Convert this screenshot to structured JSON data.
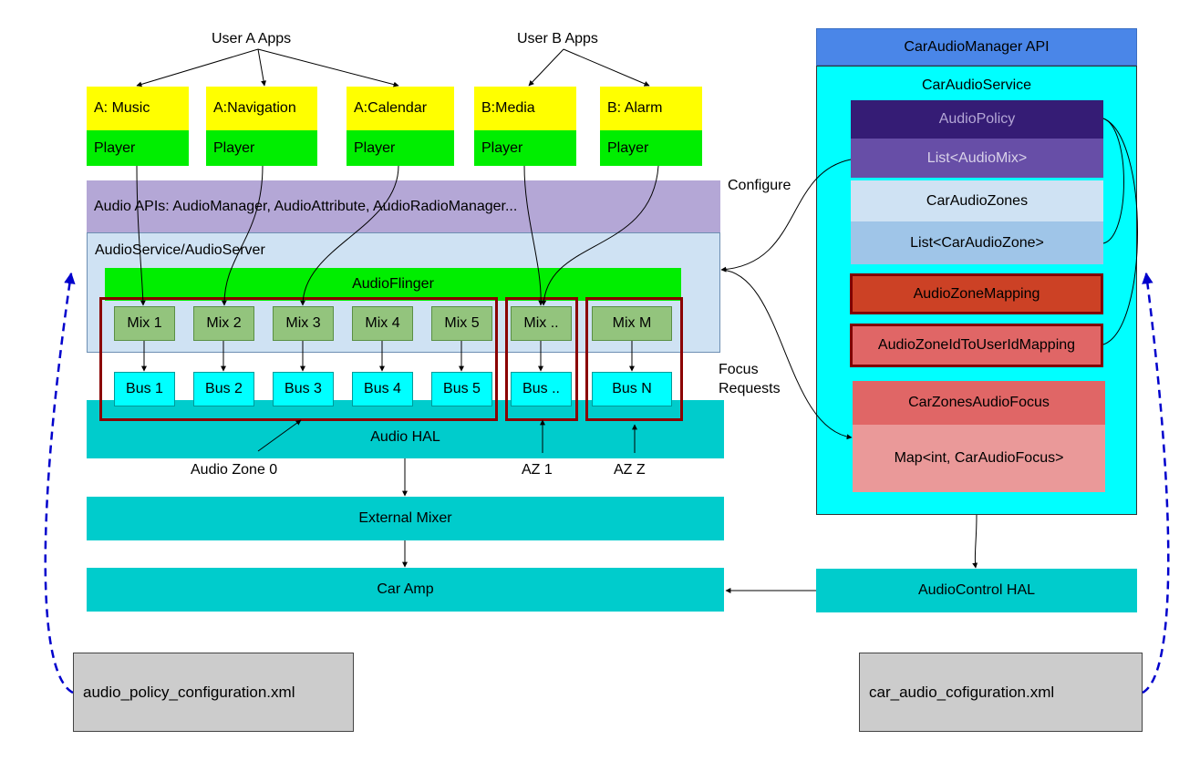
{
  "user_a": {
    "title": "User A Apps",
    "apps": [
      {
        "name": "A: Music",
        "player": "Player"
      },
      {
        "name": "A:Navigation",
        "player": "Player"
      },
      {
        "name": "A:Calendar",
        "player": "Player"
      }
    ]
  },
  "user_b": {
    "title": "User B Apps",
    "apps": [
      {
        "name": "B:Media",
        "player": "Player"
      },
      {
        "name": "B: Alarm",
        "player": "Player"
      }
    ]
  },
  "audio_apis": "Audio APIs: AudioManager, AudioAttribute, AudioRadioManager...",
  "audio_service": "AudioService/AudioServer",
  "audio_flinger": "AudioFlinger",
  "mixes": [
    "Mix 1",
    "Mix 2",
    "Mix 3",
    "Mix 4",
    "Mix 5",
    "Mix ..",
    "Mix M"
  ],
  "buses": [
    "Bus 1",
    "Bus 2",
    "Bus 3",
    "Bus 4",
    "Bus 5",
    "Bus ..",
    "Bus N"
  ],
  "audio_hal": "Audio HAL",
  "zones": {
    "zone0": "Audio Zone 0",
    "az1": "AZ 1",
    "azz": "AZ Z"
  },
  "external_mixer": "External Mixer",
  "car_amp": "Car Amp",
  "configure": "Configure",
  "focus_requests": "Focus\nRequests",
  "car_audio_manager_api": "CarAudioManager API",
  "car_audio_service": {
    "title": "CarAudioService",
    "audio_policy": "AudioPolicy",
    "audio_mix_list": "List<AudioMix>",
    "car_audio_zones": "CarAudioZones",
    "car_audio_zone_list": "List<CarAudioZone>",
    "zone_mapping": "AudioZoneMapping",
    "zone_id_user_mapping": "AudioZoneIdToUserIdMapping",
    "zones_audio_focus": "CarZonesAudioFocus",
    "focus_map": "Map<int, CarAudioFocus>"
  },
  "audio_control_hal": "AudioControl HAL",
  "files": {
    "policy_config": "audio_policy_configuration.xml",
    "car_config": "car_audio_cofiguration.xml"
  },
  "colors": {
    "yellow": "#ffff00",
    "green": "#00ee00",
    "purple_api": "#b4a7d6",
    "light_blue": "#cfe2f3",
    "mix_green": "#93c47d",
    "cyan": "#00ffff",
    "teal": "#00cccc",
    "zone_border": "#8b0000",
    "api_blue": "#4a86e8",
    "dark_purple": "#351c75",
    "mid_purple": "#674ea7",
    "zone_mapping": "#cc4125",
    "zone_id_mapping": "#e06666",
    "focus_header": "#e06666",
    "focus_body": "#ea9999",
    "gray": "#cccccc",
    "dash_blue": "#0000cc"
  }
}
